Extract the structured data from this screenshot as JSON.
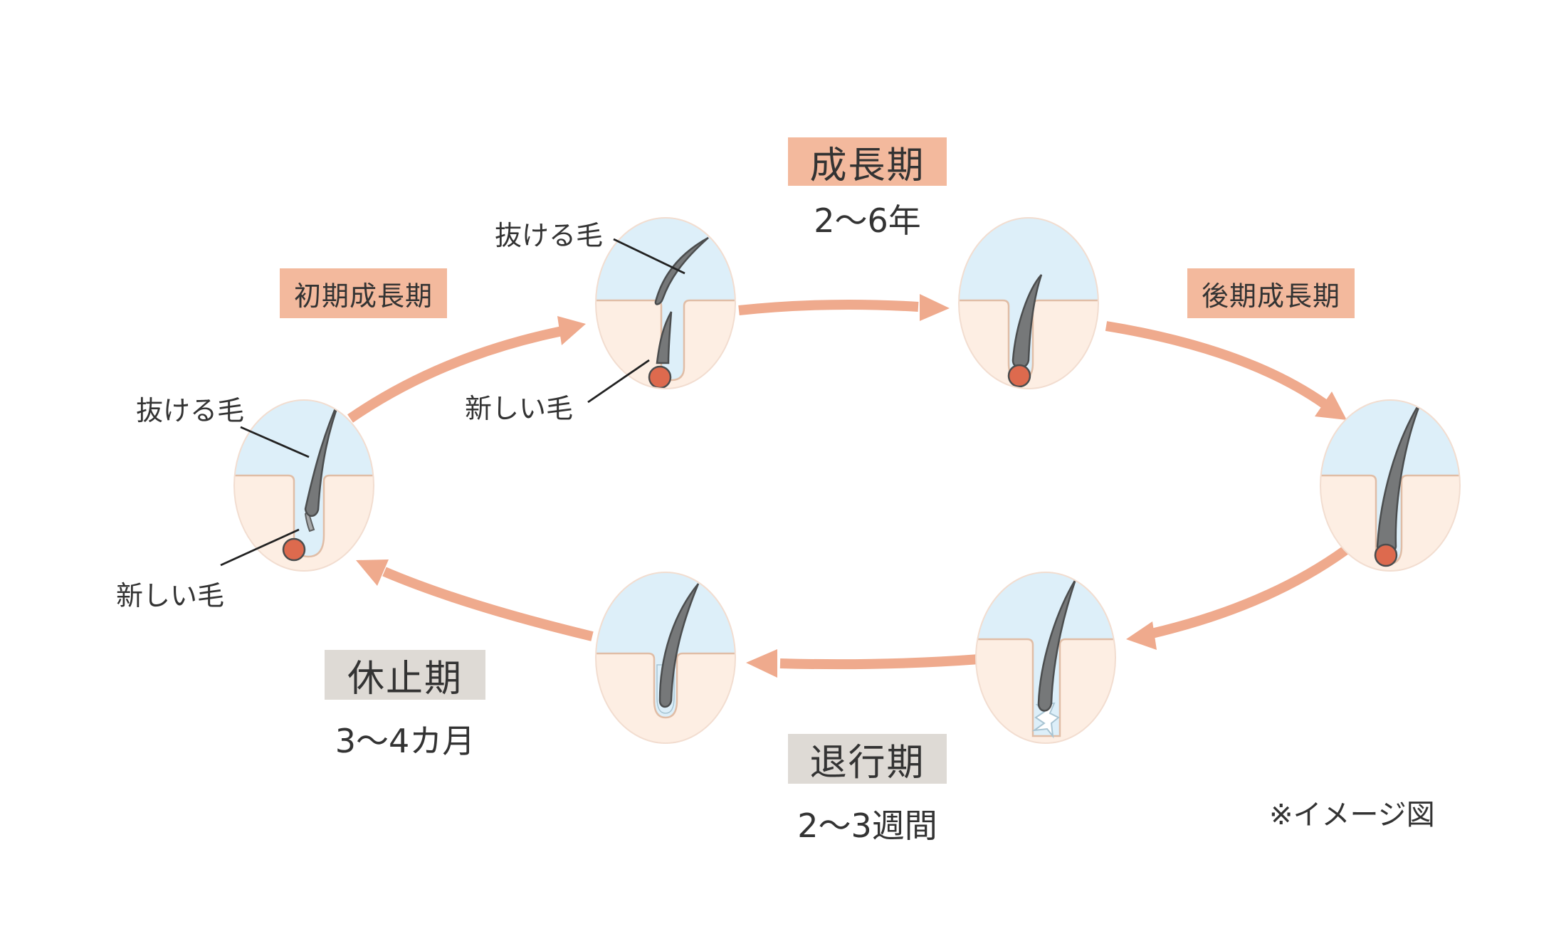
{
  "colors": {
    "arrow": "#efaa8d",
    "active_box": "#f3b99d",
    "rest_box": "#dedad5",
    "skin": "#fdeee3",
    "sky": "#ddeff9",
    "hair": "#767879",
    "papilla": "#dd6a4e"
  },
  "phases": {
    "anagen": {
      "label": "成長期",
      "duration": "2〜6年"
    },
    "early_anagen": {
      "label": "初期成長期"
    },
    "late_anagen": {
      "label": "後期成長期"
    },
    "catagen": {
      "label": "退行期",
      "duration": "2〜3週間"
    },
    "telogen": {
      "label": "休止期",
      "duration": "3〜4カ月"
    }
  },
  "callouts": {
    "left_old_hair": "抜ける毛",
    "left_new_hair": "新しい毛",
    "top_old_hair": "抜ける毛",
    "top_new_hair": "新しい毛"
  },
  "note": "※イメージ図"
}
